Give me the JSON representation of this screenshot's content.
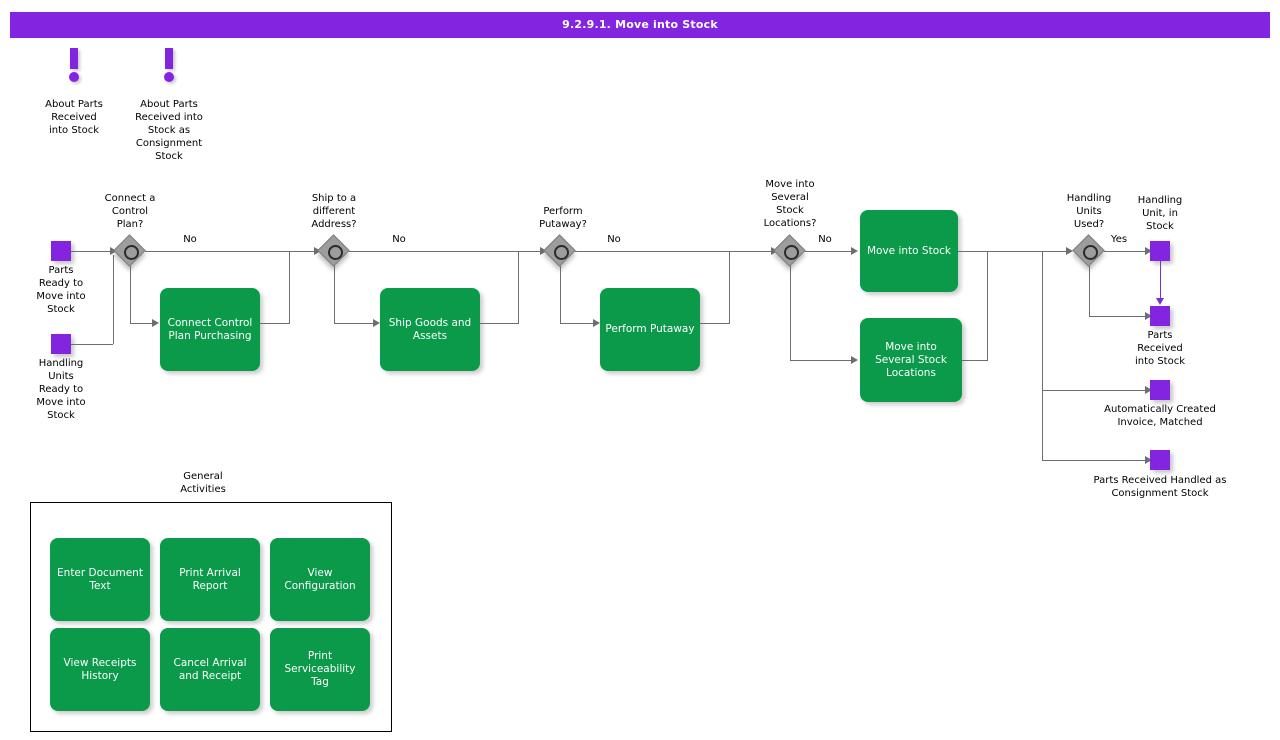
{
  "title": "9.2.9.1. Move into Stock",
  "notes": [
    {
      "name": "about-parts-received-into-stock",
      "label": "About Parts\nReceived\ninto Stock"
    },
    {
      "name": "about-parts-received-consignment",
      "label": "About Parts\nReceived into\nStock as\nConsignment\nStock"
    }
  ],
  "start_events": [
    {
      "name": "parts-ready-to-move-into-stock",
      "label": "Parts\nReady to\nMove into\nStock"
    },
    {
      "name": "handling-units-ready-to-move-into-stock",
      "label": "Handling\nUnits\nReady to\nMove into\nStock"
    }
  ],
  "gateways": [
    {
      "name": "connect-a-control-plan",
      "label": "Connect a\nControl\nPlan?",
      "out_label": "No"
    },
    {
      "name": "ship-to-a-different-address",
      "label": "Ship to a\ndifferent\nAddress?",
      "out_label": "No"
    },
    {
      "name": "perform-putaway",
      "label": "Perform\nPutaway?",
      "out_label": "No"
    },
    {
      "name": "move-into-several-stock-locations",
      "label": "Move into\nSeveral\nStock\nLocations?",
      "out_label": "No"
    },
    {
      "name": "handling-units-used",
      "label": "Handling\nUnits\nUsed?",
      "out_label": "Yes"
    }
  ],
  "activities": [
    {
      "name": "connect-control-plan-purchasing",
      "label": "Connect Control\nPlan Purchasing"
    },
    {
      "name": "ship-goods-and-assets",
      "label": "Ship Goods and\nAssets"
    },
    {
      "name": "perform-putaway",
      "label": "Perform\nPutaway"
    },
    {
      "name": "move-into-stock",
      "label": "Move into Stock"
    },
    {
      "name": "move-into-several-stock-locations",
      "label": "Move into\nSeveral Stock\nLocations"
    }
  ],
  "end_events": [
    {
      "name": "handling-unit-in-stock",
      "label": "Handling\nUnit, in\nStock",
      "label_position": "above"
    },
    {
      "name": "parts-received-into-stock",
      "label": "Parts\nReceived\ninto Stock",
      "label_position": "below"
    },
    {
      "name": "automatically-created-invoice-matched",
      "label": "Automatically Created\nInvoice, Matched",
      "label_position": "below"
    },
    {
      "name": "parts-received-handled-as-consignment-stock",
      "label": "Parts Received Handled as\nConsignment Stock",
      "label_position": "below"
    }
  ],
  "general_activities": {
    "title": "General\nActivities",
    "items": [
      {
        "name": "enter-document-text",
        "label": "Enter Document\nText"
      },
      {
        "name": "print-arrival-report",
        "label": "Print Arrival\nReport"
      },
      {
        "name": "view-configuration",
        "label": "View\nConfiguration"
      },
      {
        "name": "view-receipts-history",
        "label": "View Receipts\nHistory"
      },
      {
        "name": "cancel-arrival-and-receipt",
        "label": "Cancel Arrival\nand Receipt"
      },
      {
        "name": "print-serviceability-tag",
        "label": "Print\nServiceability\nTag"
      }
    ]
  },
  "colors": {
    "title_bar": "#8324e0",
    "event": "#8324e0",
    "activity": "#0a9a4a",
    "gateway": "#9d9d9d",
    "connector": "#6e6e6e",
    "message_flow": "#7a2fd0",
    "background": "#ffffff"
  }
}
